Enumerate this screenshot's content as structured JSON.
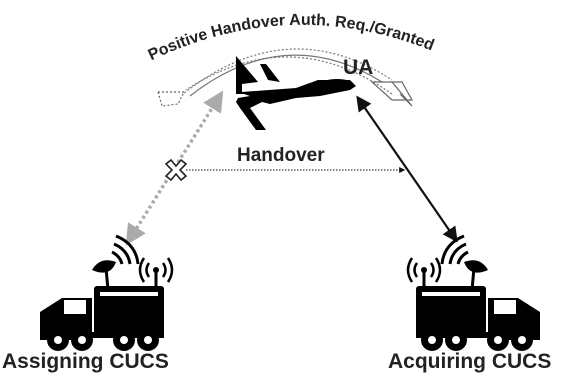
{
  "diagram": {
    "arc_label": "Positive Handover Auth. Req./Granted",
    "uav_label": "UA",
    "handover_label": "Handover",
    "assigning_label": "Assigning CUCS",
    "acquiring_label": "Acquiring CUCS"
  },
  "icons": {
    "uav": "uav-silhouette-icon",
    "station": "military-truck-station-icon",
    "antenna": "antenna-signal-icon",
    "broken_link": "broken-link-x-icon"
  },
  "colors": {
    "text": "#222222",
    "silhouette": "#000000",
    "dashed_link": "#aaaaaa",
    "solid_link": "#111111"
  }
}
